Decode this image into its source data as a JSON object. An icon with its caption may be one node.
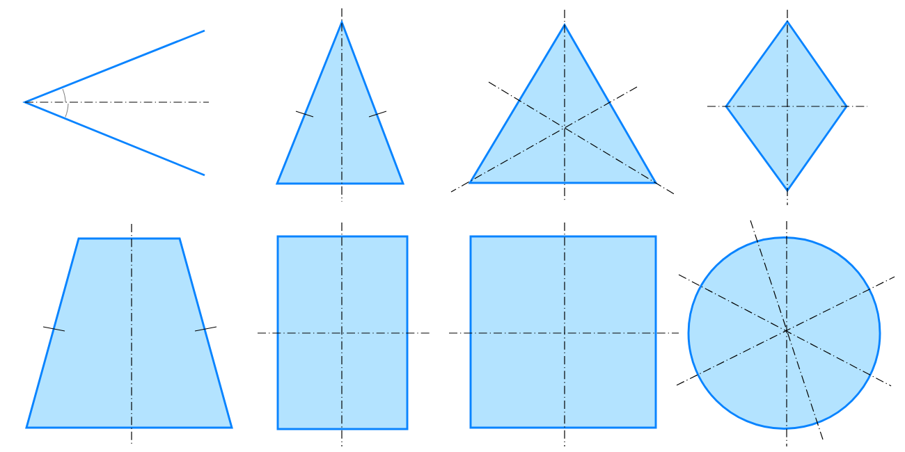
{
  "diagram": {
    "nodes": [
      {
        "text": [],
        "shape": "triangle"
      },
      {
        "text": [],
        "shape": "triangle"
      },
      {
        "text": [],
        "shape": "diamond"
      },
      {
        "text": [],
        "shape": "trapezoid"
      },
      {
        "text": [],
        "shape": "box"
      },
      {
        "text": [],
        "shape": "box"
      },
      {
        "text": [],
        "shape": "circle"
      }
    ]
  }
}
